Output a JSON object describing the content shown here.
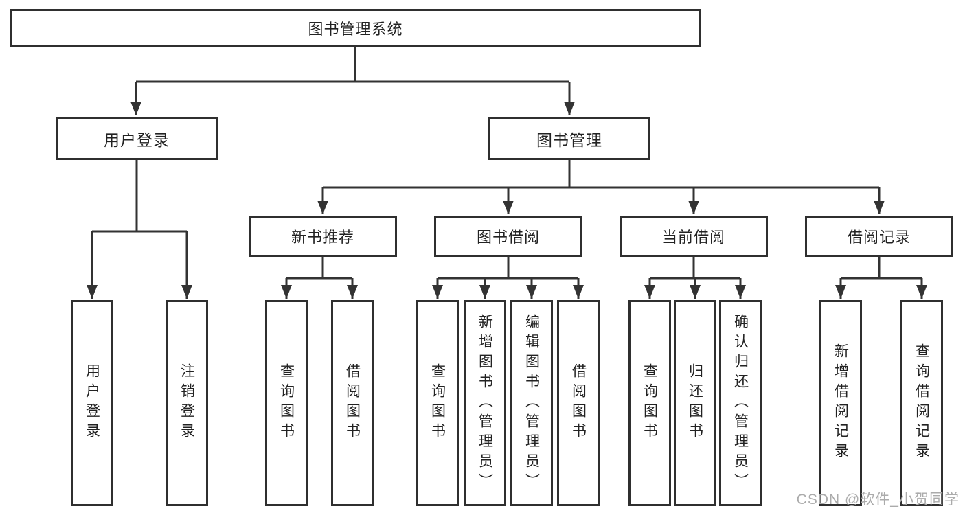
{
  "colors": {
    "line": "#333333",
    "border": "#2f2f2f",
    "text": "#222222",
    "background": "#ffffff",
    "watermark": "#ababab"
  },
  "diagram": {
    "root": {
      "label": "图书管理系统"
    },
    "level1": [
      {
        "label": "用户登录"
      },
      {
        "label": "图书管理"
      }
    ],
    "level2": [
      {
        "label": "新书推荐"
      },
      {
        "label": "图书借阅"
      },
      {
        "label": "当前借阅"
      },
      {
        "label": "借阅记录"
      }
    ],
    "leaves": [
      {
        "label": "用户登录"
      },
      {
        "label": "注销登录"
      },
      {
        "label": "查询图书"
      },
      {
        "label": "借阅图书"
      },
      {
        "label": "查询图书"
      },
      {
        "label": "新增图书（管理员）"
      },
      {
        "label": "编辑图书（管理员）"
      },
      {
        "label": "借阅图书"
      },
      {
        "label": "查询图书"
      },
      {
        "label": "归还图书"
      },
      {
        "label": "确认归还（管理员）"
      },
      {
        "label": "新增借阅记录"
      },
      {
        "label": "查询借阅记录"
      }
    ]
  },
  "watermark": {
    "text": "CSDN @软件_小贺同学"
  }
}
